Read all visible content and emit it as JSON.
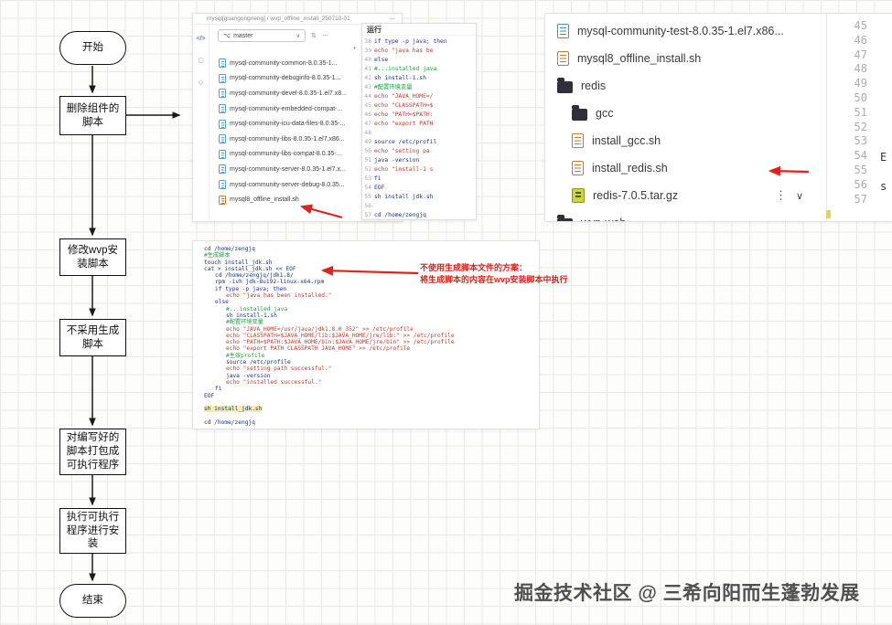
{
  "watermark": "掘金技术社区 @ 三希向阳而生蓬勃发展",
  "flowchart": {
    "nodes": [
      {
        "label": "开始"
      },
      {
        "label": "删除组件的脚本"
      },
      {
        "label": "修改wvp安装脚本"
      },
      {
        "label": "不采用生成脚本"
      },
      {
        "label": "对编写好的脚本打包成可执行程序"
      },
      {
        "label": "执行可执行程序进行安装"
      },
      {
        "label": "结束"
      }
    ]
  },
  "icons": {
    "chevron_down": "∨",
    "kebab": "⋮",
    "more": "⋯",
    "branch": "⌥",
    "sync": "↻",
    "swap": "⇅",
    "new_file": "+",
    "collapse": "−",
    "code": "</>",
    "square": "▢",
    "diamond": "◇"
  },
  "explorer1": {
    "titlebar": "mysql[guangongneng] / wvp_offline_install_250710-01",
    "branch": "master",
    "files": [
      {
        "name": "mysql-community-common-8.0.35-1...",
        "icon": "file"
      },
      {
        "name": "mysql-community-debuginfo-8.0.35-1...",
        "icon": "file"
      },
      {
        "name": "mysql-community-devel-8.0.35-1.el7.x8...",
        "icon": "file"
      },
      {
        "name": "mysql-community-embedded-compat-...",
        "icon": "file"
      },
      {
        "name": "mysql-community-icu-data-files-8.0.35-...",
        "icon": "file"
      },
      {
        "name": "mysql-community-libs-8.0.35-1.el7.x86...",
        "icon": "file"
      },
      {
        "name": "mysql-community-libs-compat-8.0.35-...",
        "icon": "file"
      },
      {
        "name": "mysql-community-server-8.0.35-1.el7.x...",
        "icon": "file"
      },
      {
        "name": "mysql-community-server-debug-8.0.35...",
        "icon": "file"
      },
      {
        "name": "mysql8_offline_install.sh",
        "icon": "shell"
      }
    ]
  },
  "code1": {
    "tab": "运行",
    "lines": [
      {
        "n": 38,
        "t": "if type -p java; then",
        "c": "kw"
      },
      {
        "n": 39,
        "t": "echo \"java has be",
        "c": "str"
      },
      {
        "n": 40,
        "t": "else",
        "c": "kw"
      },
      {
        "n": 41,
        "t": "#...installed java",
        "c": "comment"
      },
      {
        "n": 42,
        "t": "sh install-1.sh",
        "c": "cmd"
      },
      {
        "n": 43,
        "t": "#配置环境变量",
        "c": "comment"
      },
      {
        "n": 44,
        "t": "echo \"JAVA_HOME=/",
        "c": "str"
      },
      {
        "n": 45,
        "t": "echo \"CLASSPATH=$",
        "c": "str"
      },
      {
        "n": 46,
        "t": "echo \"PATH=$PATH:",
        "c": "str"
      },
      {
        "n": 47,
        "t": "echo \"export PATH",
        "c": "str"
      },
      {
        "n": 48,
        "t": "",
        "c": "cmd"
      },
      {
        "n": 49,
        "t": "source /etc/profil",
        "c": "cmd"
      },
      {
        "n": 50,
        "t": "echo \"setting pa",
        "c": "str"
      },
      {
        "n": 51,
        "t": "java -version",
        "c": "cmd"
      },
      {
        "n": 52,
        "t": "echo \"install-1 s",
        "c": "str"
      },
      {
        "n": 53,
        "t": "fi",
        "c": "kw"
      },
      {
        "n": 54,
        "t": "EOF",
        "c": "kw"
      },
      {
        "n": 55,
        "t": "sh install jdk.sh",
        "c": "cmd"
      },
      {
        "n": 56,
        "t": "",
        "c": "cmd"
      },
      {
        "n": 57,
        "t": "cd /home/zengjq",
        "c": "cmd"
      }
    ]
  },
  "explorer2": {
    "files": [
      {
        "name": "mysql-community-test-8.0.35-1.el7.x86...",
        "icon": "file",
        "level": "lv0"
      },
      {
        "name": "mysql8_offline_install.sh",
        "icon": "shell",
        "level": "lv0"
      },
      {
        "name": "redis",
        "icon": "folder",
        "level": "lv0"
      },
      {
        "name": "gcc",
        "icon": "folder",
        "level": "lv1"
      },
      {
        "name": "install_gcc.sh",
        "icon": "shell",
        "level": "lv1"
      },
      {
        "name": "install_redis.sh",
        "icon": "shell",
        "level": "lv1"
      },
      {
        "name": "redis-7.0.5.tar.gz",
        "icon": "archive",
        "level": "lv1",
        "menu": true
      },
      {
        "name": "wvp-web",
        "icon": "folder",
        "level": "lv0"
      }
    ],
    "line_numbers": [
      45,
      46,
      47,
      48,
      49,
      50,
      51,
      52,
      53,
      54,
      55,
      56,
      57
    ],
    "edge": [
      "E",
      "s"
    ]
  },
  "annotation": {
    "line1": "不使用生成脚本文件的方案：",
    "line2": "将生成脚本的内容在wvp安装脚本中执行"
  },
  "script_panel": {
    "lines": [
      {
        "t": "cd /home/zengjq",
        "c": "cmd lv0"
      },
      {
        "t": "#生成脚本",
        "c": "comment lv0"
      },
      {
        "t": "touch install_jdk.sh",
        "c": "cmd lv0"
      },
      {
        "t": "cat > install_jdk.sh << EOF",
        "c": "cmd lv0"
      },
      {
        "t": "cd /home/zengjq/jdk1.8/",
        "c": "cmd lv1"
      },
      {
        "t": "rpm -ivh jdk-8u192-linux-x64.rpm",
        "c": "cmd lv1"
      },
      {
        "t": "if type -p java; then",
        "c": "kw lv1"
      },
      {
        "t": "echo \"java has been installed.\"",
        "c": "str lv2"
      },
      {
        "t": "else",
        "c": "kw lv1"
      },
      {
        "t": "#...installed java",
        "c": "comment lv2"
      },
      {
        "t": "sh install-1.sh",
        "c": "cmd lv2"
      },
      {
        "t": "#配置环境变量",
        "c": "comment lv2"
      },
      {
        "t": "echo \"JAVA_HOME=/usr/java/jdk1.8.0_352\" >> /etc/profile",
        "c": "str lv2"
      },
      {
        "t": "echo \"CLASSPATH=$JAVA_HOME/lib:$JAVA_HOME/jre/lib:\" >> /etc/profile",
        "c": "str lv2"
      },
      {
        "t": "echo \"PATH=$PATH:$JAVA_HOME/bin:$JAVA_HOME/jre/bin\" >> /etc/profile",
        "c": "str lv2"
      },
      {
        "t": "echo \"export PATH CLASSPATH JAVA_HOME\" >> /etc/profile",
        "c": "str lv2"
      },
      {
        "t": "#生效profile",
        "c": "comment lv2"
      },
      {
        "t": "source /etc/profile",
        "c": "cmd lv2"
      },
      {
        "t": "echo \"setting path successful.\"",
        "c": "str lv2"
      },
      {
        "t": "java -version",
        "c": "cmd lv2"
      },
      {
        "t": "echo \"installed successful.\"",
        "c": "str lv2"
      },
      {
        "t": "fi",
        "c": "kw lv1"
      },
      {
        "t": "EOF",
        "c": "kw lv0"
      },
      {
        "t": "",
        "c": "cmd lv0"
      },
      {
        "t": "sh install_jdk.sh",
        "c": "cmd lv0 hl"
      },
      {
        "t": "",
        "c": "cmd lv0"
      },
      {
        "t": "cd /home/zengjq",
        "c": "cmd lv0"
      }
    ]
  }
}
